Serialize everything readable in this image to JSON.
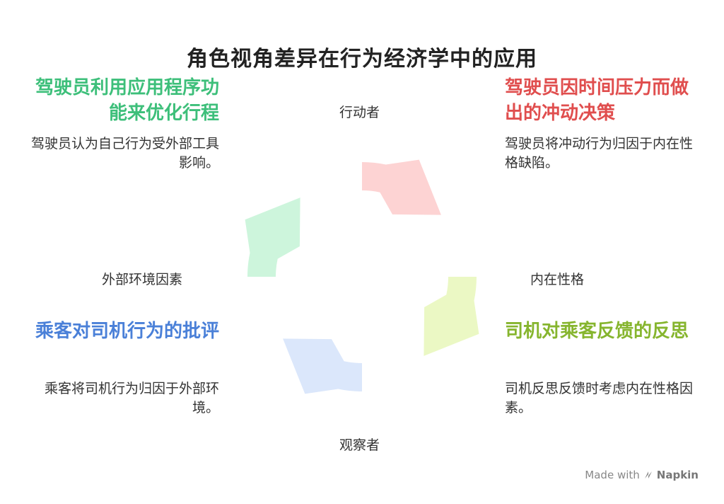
{
  "title": "角色视角差异在行为经济学中的应用",
  "axes": {
    "top": "行动者",
    "bottom": "观察者",
    "left": "外部环境因素",
    "right": "内在性格"
  },
  "quadrants": {
    "top_left": {
      "heading": "驾驶员利用应用程序功能来优化行程",
      "desc": "驾驶员认为自己行为受外部工具影响。",
      "color": "#3dbf7a"
    },
    "top_right": {
      "heading": "驾驶员因时间压力而做出的冲动决策",
      "desc": "驾驶员将冲动行为归因于内在性格缺陷。",
      "color": "#e04e4e"
    },
    "bottom_left": {
      "heading": "乘客对司机行为的批评",
      "desc": "乘客将司机行为归因于外部环境。",
      "color": "#4a80d8"
    },
    "bottom_right": {
      "heading": "司机对乘客反馈的反思",
      "desc": "司机反思反馈时考虑内在性格因素。",
      "color": "#86b52e"
    }
  },
  "segment_colors": {
    "top_left": "#cdf5dc",
    "top_right": "#fdd3d3",
    "bottom_left": "#dbe7fb",
    "bottom_right": "#ebf8c4"
  },
  "watermark": {
    "prefix": "Made with",
    "brand": "Napkin"
  }
}
